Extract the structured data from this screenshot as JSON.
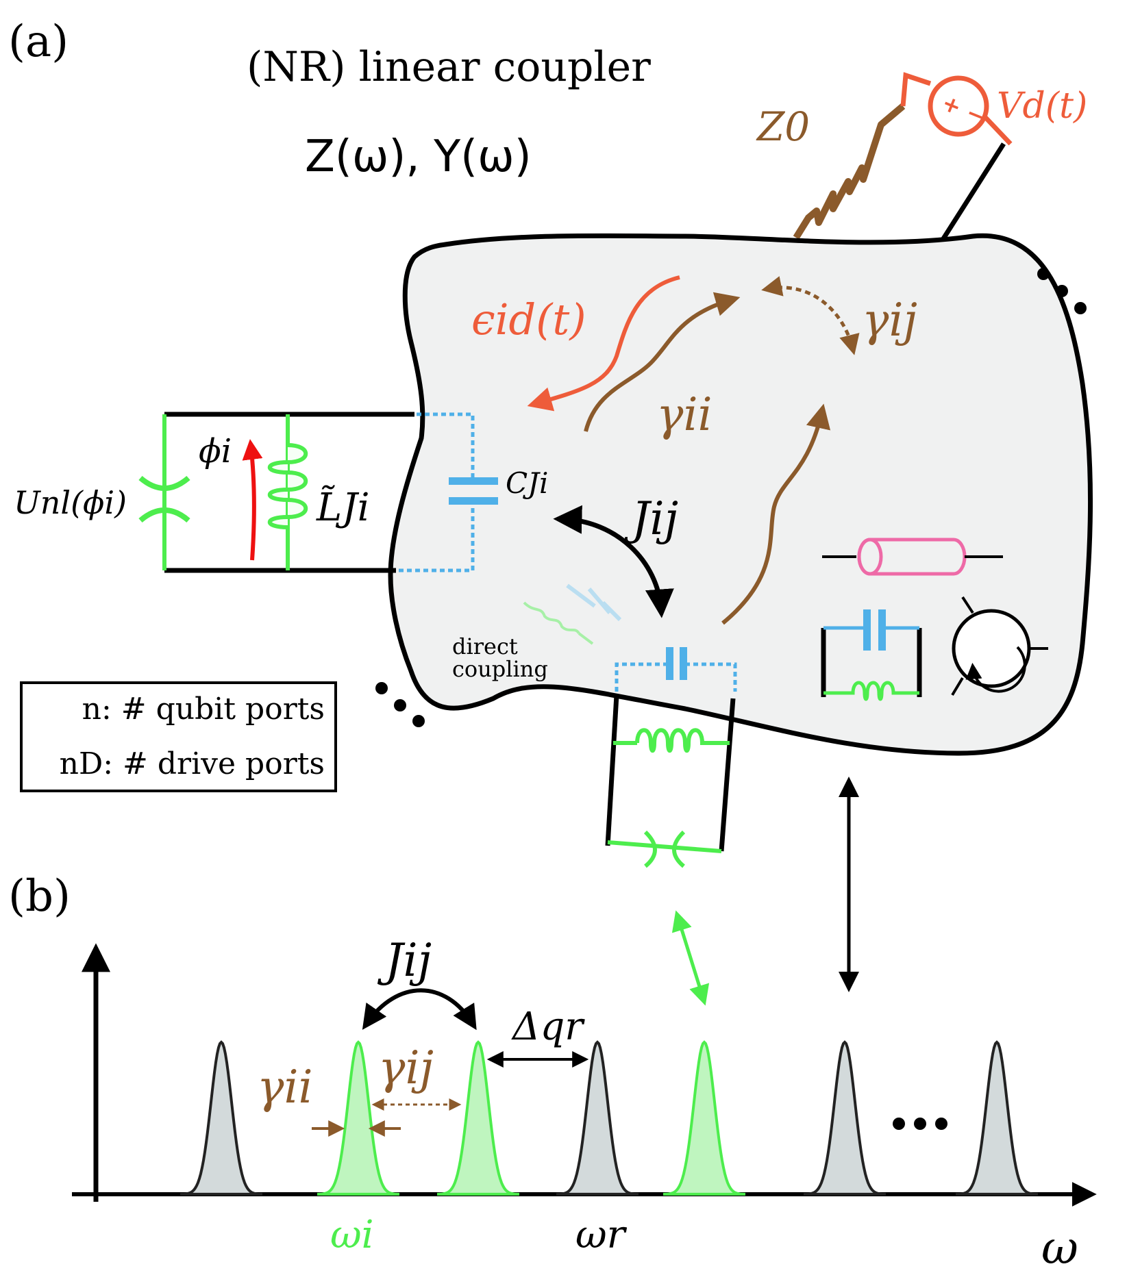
{
  "panel_a": {
    "label": "(a)",
    "title": "(NR) linear coupler",
    "impedance": "Z(ω), Y(ω)",
    "resistor_label": "Z0",
    "source_label": "Vd(t)",
    "source_polarity": "+ −",
    "drive_label": "ϵid(t)",
    "gamma_ii": "γii",
    "gamma_ij": "γij",
    "J_ij": "Jij",
    "C_J": "CJi",
    "L_J": "L̃Ji",
    "phi": "ϕi",
    "U_nl": "Unl(ϕi)",
    "direct_coupling": [
      "direct",
      "coupling"
    ],
    "ellipsis": "• • •",
    "legend": [
      "n: # qubit ports",
      "nD: # drive ports"
    ]
  },
  "panel_b": {
    "label": "(b)",
    "J_ij": "Jij",
    "delta": "Δqr",
    "gamma_ii": "γii",
    "gamma_ij": "γij",
    "omega_i": "ωi",
    "omega_r": "ωr",
    "omega": "ω",
    "ellipsis": "• • •"
  },
  "colors": {
    "green": "#4ded4d",
    "blue": "#4fb0e8",
    "brown": "#8b5a2b",
    "orange": "#ee5c3a",
    "pink": "#ee6aa7",
    "red": "#ee1111",
    "gray_fill": "#f0f1f1",
    "peak_gray": "#d3dadb",
    "peak_green": "#bff5bf"
  }
}
